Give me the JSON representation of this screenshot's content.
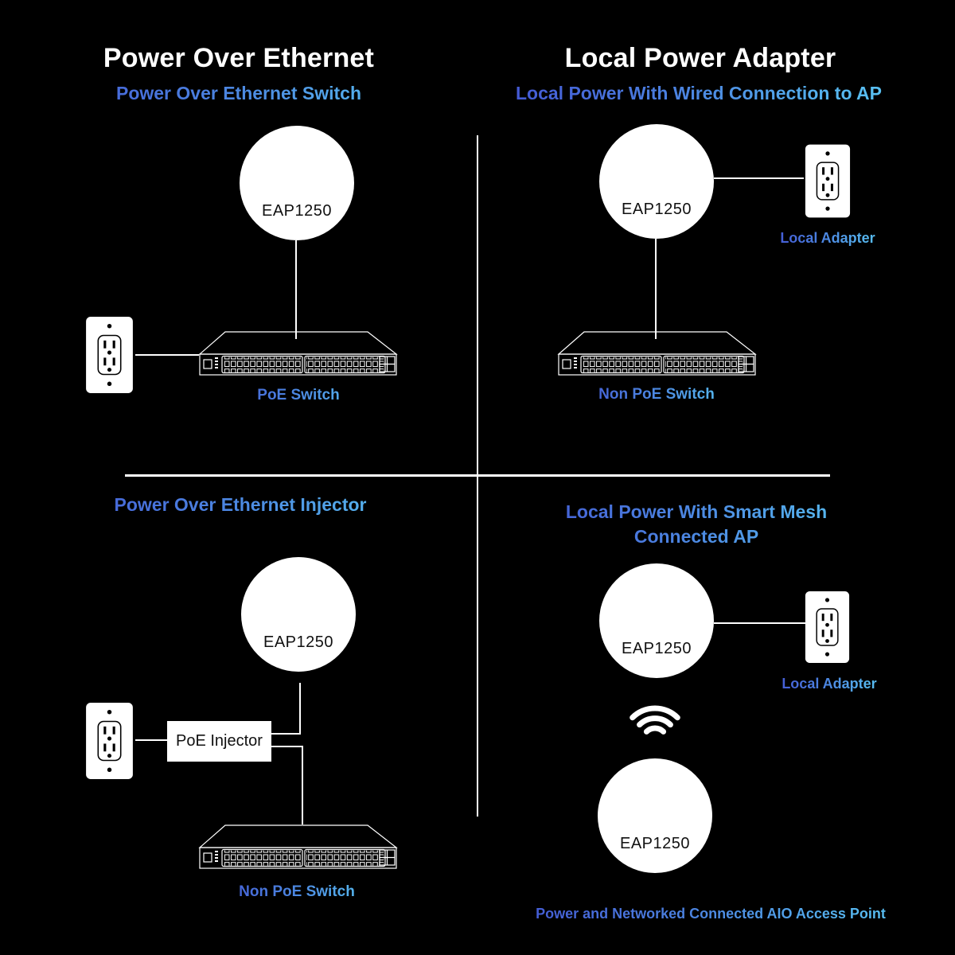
{
  "top_left": {
    "title": "Power Over Ethernet",
    "subtitle": "Power Over Ethernet Switch",
    "ap_label": "EAP1250",
    "switch_label": "PoE Switch"
  },
  "top_right": {
    "title": "Local Power Adapter",
    "subtitle": "Local Power With Wired Connection to AP",
    "ap_label": "EAP1250",
    "adapter_label": "Local Adapter",
    "switch_label": "Non PoE Switch"
  },
  "bottom_left": {
    "subtitle": "Power Over Ethernet Injector",
    "ap_label": "EAP1250",
    "injector_label": "PoE Injector",
    "switch_label": "Non PoE Switch"
  },
  "bottom_right": {
    "subtitle_line1": "Local Power With Smart Mesh",
    "subtitle_line2": "Connected AP",
    "ap_label": "EAP1250",
    "adapter_label": "Local Adapter",
    "mesh_ap_label": "EAP1250",
    "caption": "Power and Networked Connected AIO Access Point"
  },
  "icons": {
    "outlet": "power-outlet-icon",
    "switch": "network-switch-icon",
    "wifi": "wifi-icon"
  },
  "colors": {
    "background": "#000000",
    "heading": "#ffffff",
    "accent_gradient_start": "#4250d2",
    "accent_gradient_end": "#5ccbf6",
    "device_fill": "#ffffff",
    "device_text": "#111111"
  }
}
